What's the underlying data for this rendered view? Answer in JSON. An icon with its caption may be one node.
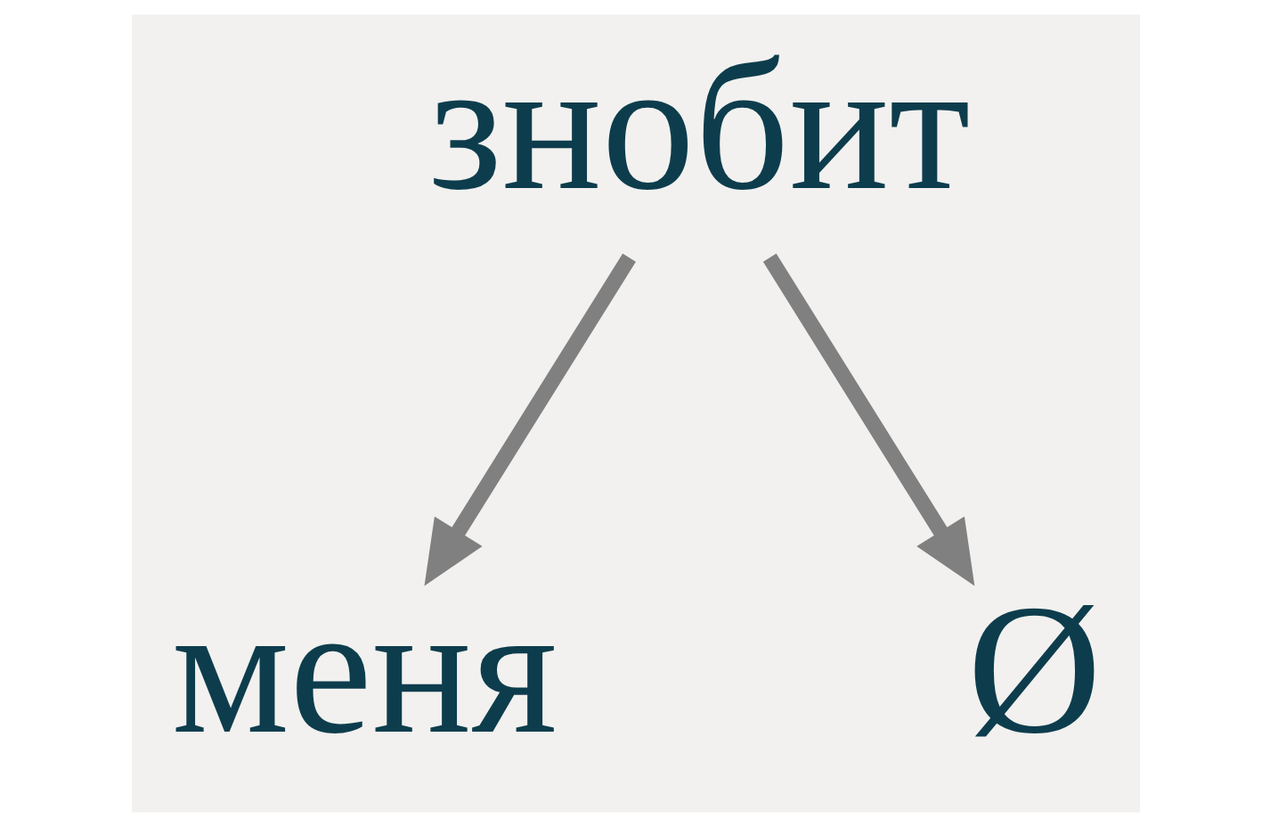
{
  "diagram": {
    "nodes": [
      {
        "text": [
          "знобит"
        ]
      },
      {
        "text": [
          "меня"
        ]
      },
      {
        "text": [
          "Ø"
        ]
      }
    ],
    "edges": [
      {
        "from": 0,
        "to": 1,
        "arrow": "to"
      },
      {
        "from": 0,
        "to": 2,
        "arrow": "to"
      }
    ]
  }
}
